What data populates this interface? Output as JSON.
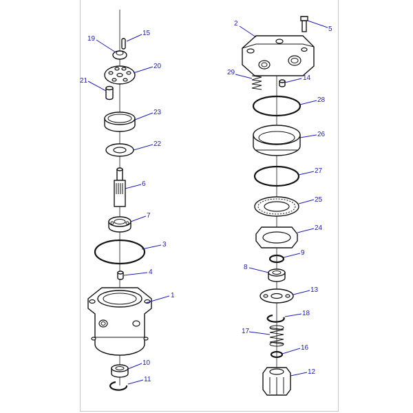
{
  "diagram": {
    "labels": {
      "p1": "1",
      "p2": "2",
      "p3": "3",
      "p4": "4",
      "p5": "5",
      "p6": "6",
      "p7": "7",
      "p8": "8",
      "p9": "9",
      "p10": "10",
      "p11": "11",
      "p12": "12",
      "p13": "13",
      "p14": "14",
      "p15": "15",
      "p16": "16",
      "p17": "17",
      "p18": "18",
      "p19": "19",
      "p20": "20",
      "p21": "21",
      "p22": "22",
      "p23": "23",
      "p24": "24",
      "p25": "25",
      "p26": "26",
      "p27": "27",
      "p28": "28",
      "p29": "29"
    },
    "colors": {
      "label": "#1a1aa8",
      "line": "#111111",
      "frame": "#c8c8c8"
    }
  }
}
